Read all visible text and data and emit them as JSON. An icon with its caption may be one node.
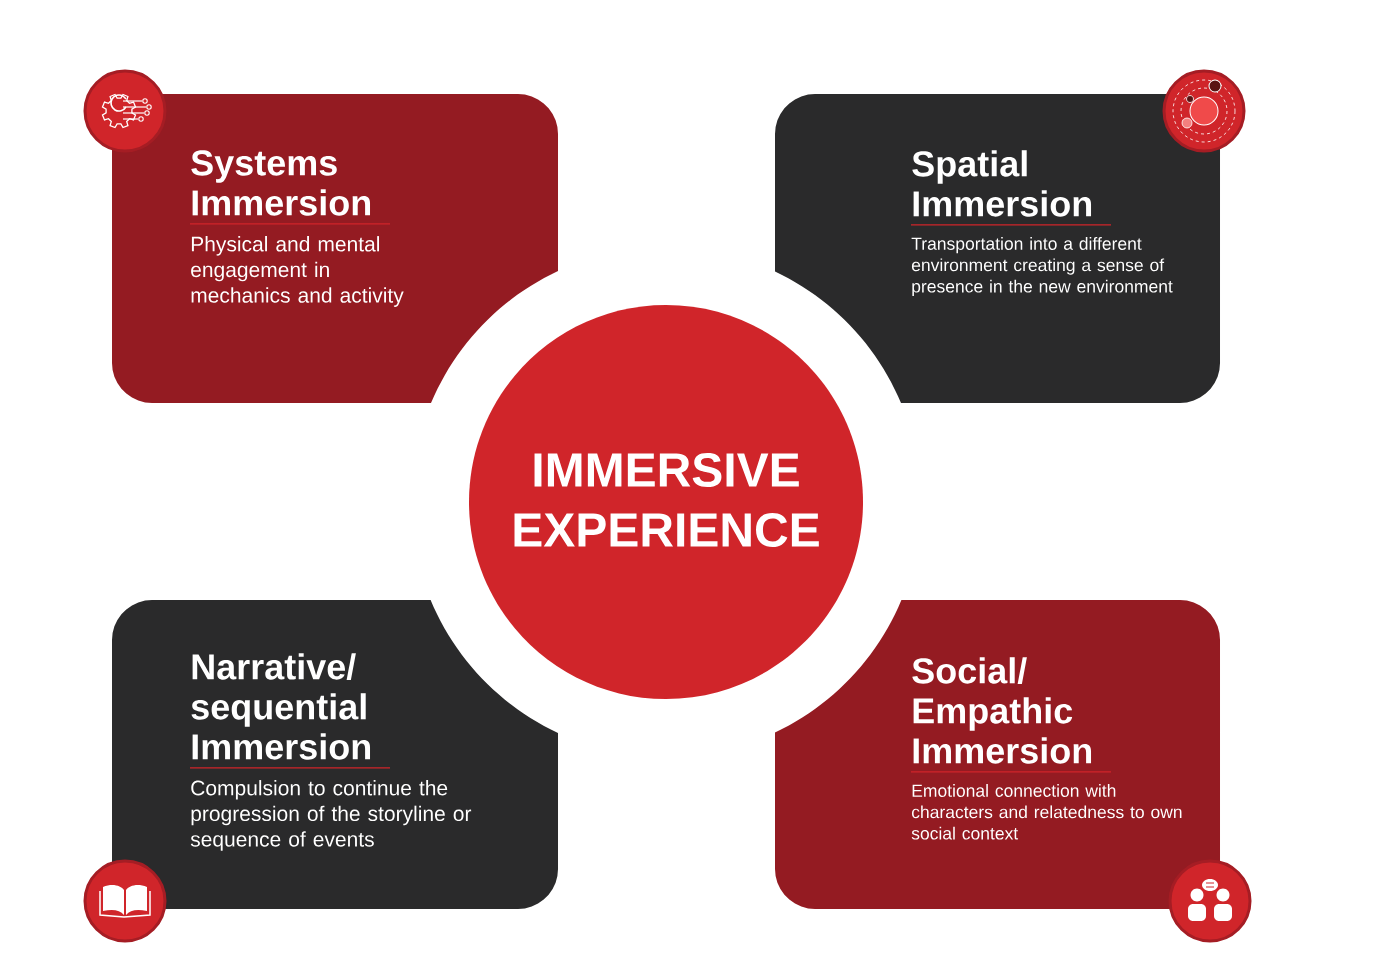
{
  "diagram": {
    "nodes": [
      {
        "text": [
          "IMMERSIVE EXPERIENCE"
        ]
      },
      {
        "text": [
          "Systems Immersion",
          "Physical and mental engagement in mechanics and activity"
        ]
      },
      {
        "text": [
          "Spatial Immersion",
          "Transportation into a different environment creating a sense of presence in the new environment"
        ]
      },
      {
        "text": [
          "Narrative/ sequential Immersion",
          "Compulsion to continue the progression of the storyline or sequence of events"
        ]
      },
      {
        "text": [
          "Social/ Empathic Immersion",
          "Emotional connection with characters and relatedness to own social context"
        ]
      }
    ]
  }
}
